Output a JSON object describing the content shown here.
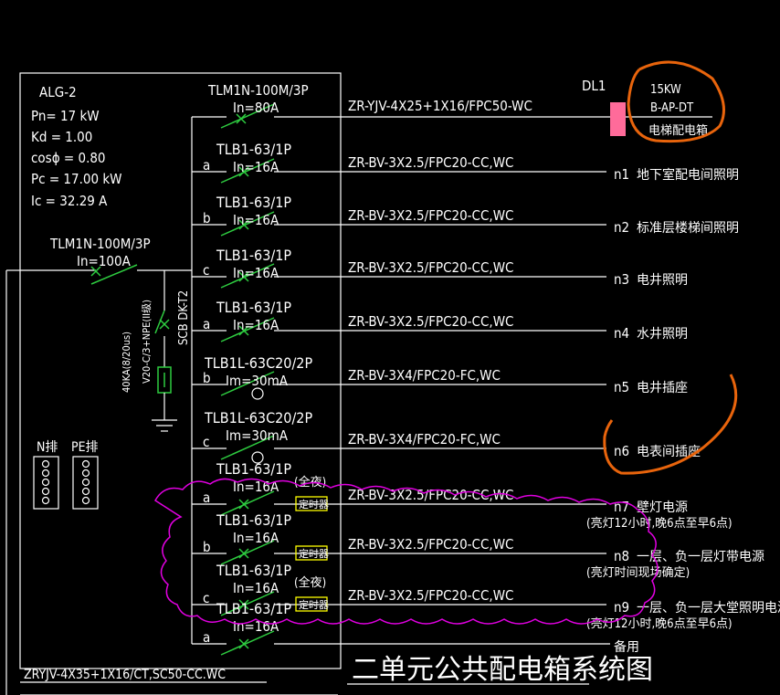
{
  "panel": {
    "name": "ALG-2",
    "pn": "Pn= 17  kW",
    "kd": "Kd = 1.00",
    "cos": "cosϕ = 0.80",
    "pc": "Pc = 17.00  kW",
    "ic": "Ic = 32.29  A"
  },
  "main_breaker": {
    "model": "TLM1N-100M/3P",
    "rating": "In=100A"
  },
  "spd": {
    "model": "SCB DK-T2",
    "spec": "V20-C/3+NPE(II级)",
    "capacity": "40KA(8/20us)"
  },
  "bars": {
    "n_bar": "N排",
    "pe_bar": "PE排"
  },
  "incoming_cable": "ZRYJV-4X35+1X16/CT,SC50-CC.WC",
  "title": "二单元公共配电箱系统图",
  "timer_label": "定时器",
  "circuits": [
    {
      "phase": "",
      "breaker": "TLM1N-100M/3P",
      "rating": "In=80A",
      "cable": "ZR-YJV-4X25+1X16/FPC50-WC",
      "id": "DL1",
      "desc": "电梯配电箱"
    },
    {
      "phase": "a",
      "breaker": "TLB1-63/1P",
      "rating": "In=16A",
      "cable": "ZR-BV-3X2.5/FPC20-CC,WC",
      "id": "n1",
      "desc": "地下室配电间照明"
    },
    {
      "phase": "b",
      "breaker": "TLB1-63/1P",
      "rating": "In=16A",
      "cable": "ZR-BV-3X2.5/FPC20-CC,WC",
      "id": "n2",
      "desc": "标准层楼梯间照明"
    },
    {
      "phase": "c",
      "breaker": "TLB1-63/1P",
      "rating": "In=16A",
      "cable": "ZR-BV-3X2.5/FPC20-CC,WC",
      "id": "n3",
      "desc": "电井照明"
    },
    {
      "phase": "a",
      "breaker": "TLB1-63/1P",
      "rating": "In=16A",
      "cable": "ZR-BV-3X2.5/FPC20-CC,WC",
      "id": "n4",
      "desc": "水井照明"
    },
    {
      "phase": "b",
      "breaker": "TLB1L-63C20/2P",
      "rating": "Im=30mA",
      "cable": "ZR-BV-3X4/FPC20-FC,WC",
      "id": "n5",
      "desc": "电井插座"
    },
    {
      "phase": "c",
      "breaker": "TLB1L-63C20/2P",
      "rating": "Im=30mA",
      "cable": "ZR-BV-3X4/FPC20-FC,WC",
      "id": "n6",
      "desc": "电表间插座"
    },
    {
      "phase": "a",
      "breaker": "TLB1-63/1P",
      "rating": "In=16A",
      "cable": "ZR-BV-3X2.5/FPC20-CC,WC",
      "id": "n7",
      "desc": "壁灯电源",
      "note": "(亮灯12小时,晚6点至早6点)",
      "extra": "(全夜)"
    },
    {
      "phase": "b",
      "breaker": "TLB1-63/1P",
      "rating": "In=16A",
      "cable": "ZR-BV-3X2.5/FPC20-CC,WC",
      "id": "n8",
      "desc": "一层、负一层灯带电源",
      "note": "(亮灯时间现场确定)"
    },
    {
      "phase": "c",
      "breaker": "TLB1-63/1P",
      "rating": "In=16A",
      "cable": "ZR-BV-3X2.5/FPC20-CC,WC",
      "id": "n9",
      "desc": "一层、负一层大堂照明电源",
      "note": "(亮灯12小时,晚6点至早6点)",
      "extra": "(全夜)"
    },
    {
      "phase": "a",
      "breaker": "TLB1-63/1P",
      "rating": "In=16A",
      "cable": "",
      "id": "",
      "desc": "备用"
    }
  ],
  "dl1_box": {
    "power": "15KW",
    "code": "B-AP-DT",
    "name": "电梯配电箱"
  },
  "colors": {
    "line": "#ffffff",
    "breaker": "#2ecc40",
    "timer": "#ffff00",
    "cloud": "#e000e0",
    "markup": "#e8640c",
    "dl1": "#ff6b9a"
  }
}
